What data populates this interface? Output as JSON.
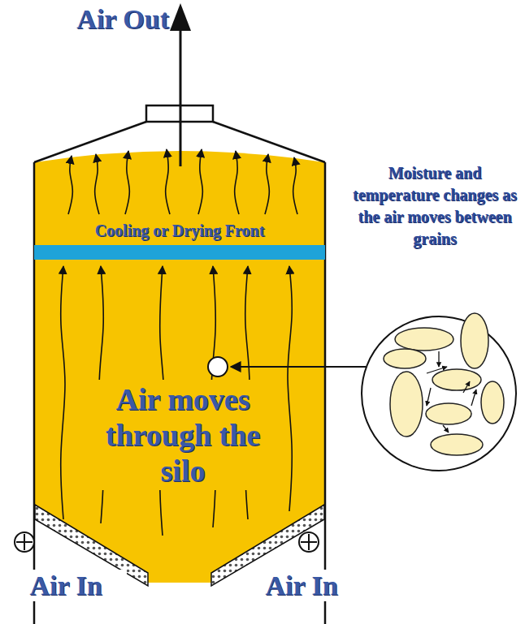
{
  "diagram": {
    "nodes": [
      {
        "text": [
          "Air moves through the silo"
        ]
      },
      {
        "text": [
          "Cooling or Drying Front"
        ],
        "in": 0
      }
    ],
    "labels": [
      "Air Out",
      "Moisture and temperature changes as the air moves between grains",
      "Air In",
      "Air In"
    ]
  }
}
